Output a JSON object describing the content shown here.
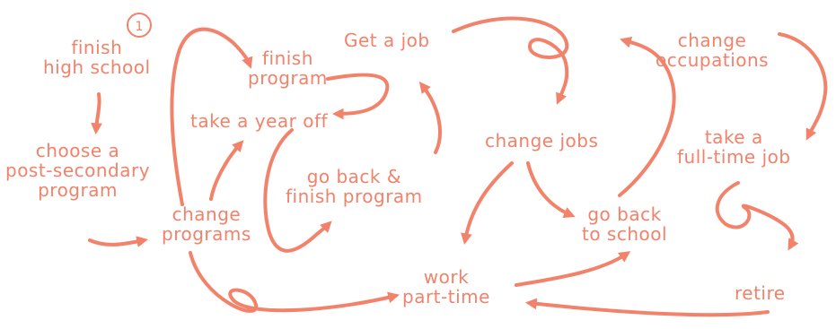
{
  "diagram": {
    "step_marker": "1",
    "nodes": {
      "finish_high_school": "finish\nhigh school",
      "choose_program": "choose a\npost-secondary\nprogram",
      "change_programs": "change\nprograms",
      "finish_program": "finish\nprogram",
      "take_year_off": "take a year off",
      "get_a_job": "Get a job",
      "go_back_finish_program": "go back &\nfinish program",
      "change_jobs": "change jobs",
      "work_part_time": "work\npart-time",
      "go_back_to_school": "go back\nto school",
      "change_occupations": "change\noccupations",
      "take_full_time_job": "take a\nfull-time job",
      "retire": "retire"
    },
    "colors": {
      "ink": "#f2826a"
    }
  }
}
